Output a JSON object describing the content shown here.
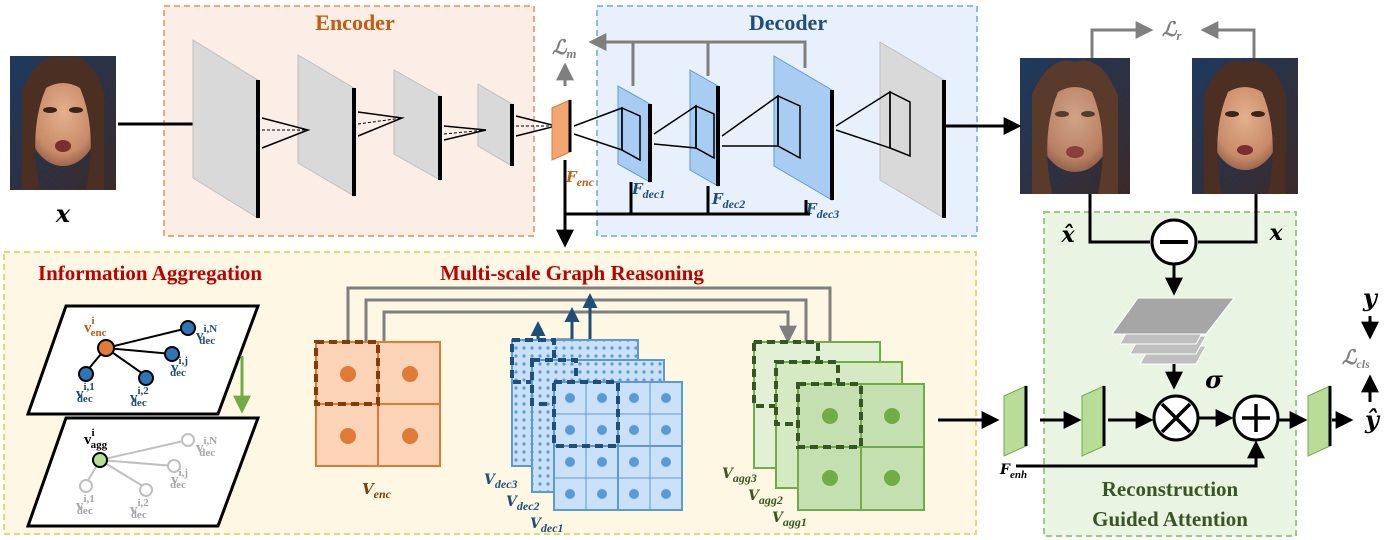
{
  "sections": {
    "encoder": "Encoder",
    "decoder": "Decoder",
    "information_aggregation": "Information Aggregation",
    "graph_reasoning": "Multi-scale Graph Reasoning",
    "attention_line1": "Reconstruction",
    "attention_line2": "Guided Attention"
  },
  "labels": {
    "input_x": "x",
    "x_hat": "x̂",
    "x_right": "x",
    "y": "y",
    "y_hat": "ŷ",
    "sigma": "σ",
    "loss_m": "ℒ",
    "loss_m_sub": "m",
    "loss_r": "ℒ",
    "loss_r_sub": "r",
    "loss_cls": "ℒ",
    "loss_cls_sub": "cls",
    "F": "F",
    "f_enc_sub": "enc",
    "f_dec1_sub": "dec1",
    "f_dec2_sub": "dec2",
    "f_dec3_sub": "dec3",
    "f_enh_sub": "enh",
    "V": "V",
    "v_enc_sub": "enc",
    "v_dec3_sub": "dec3",
    "v_dec2_sub": "dec2",
    "v_dec1_sub": "dec1",
    "v_agg3_sub": "agg3",
    "v_agg2_sub": "agg2",
    "v_agg1_sub": "agg1"
  },
  "graph_nodes": {
    "v": "v",
    "enc_sup": "i",
    "enc_sub": "enc",
    "agg_sup": "i",
    "agg_sub": "agg",
    "dec_sub": "dec",
    "sup_i1": "i,1",
    "sup_i2": "i,2",
    "sup_ij": "i,j",
    "sup_iN": "i,N"
  },
  "colors": {
    "encoder_bg": "#fbeee6",
    "encoder_border": "#f0a77a",
    "decoder_bg": "#e8f1fb",
    "decoder_border": "#8dbbe8",
    "reasoning_bg": "#fdf7e3",
    "reasoning_border": "#f2d36e",
    "attention_bg": "#eaf4e2",
    "attention_border": "#9bcc7e",
    "orange": "#f4a672",
    "orange_dark": "#e07a36",
    "blue": "#a9cdf2",
    "blue_dark": "#5b9bd5",
    "green": "#b8dd96",
    "green_dark": "#70ad47",
    "red_title": "#c00000",
    "encoder_title": "#c55a11",
    "decoder_title": "#1f4e79",
    "attention_title": "#375623",
    "gray": "#7f7f7f"
  },
  "icons": [
    "face-image",
    "conv-layer",
    "multiply-icon",
    "add-icon",
    "subtract-icon",
    "arrow"
  ]
}
